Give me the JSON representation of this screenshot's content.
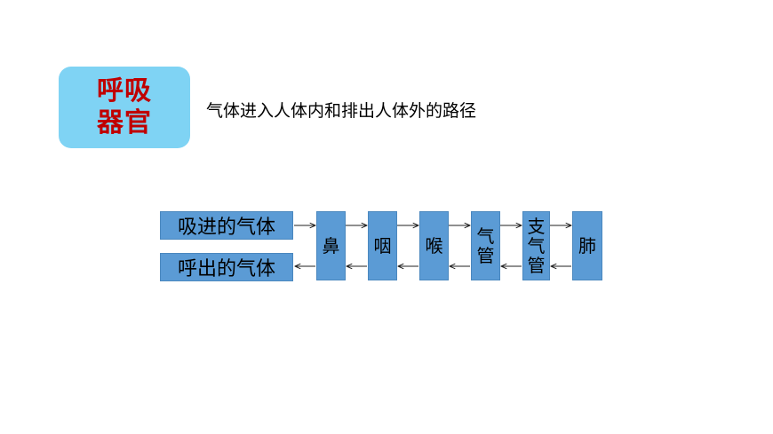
{
  "header": {
    "badge_line1": "呼吸",
    "badge_line2": "器官",
    "subtitle": "气体进入人体内和排出人体外的路径"
  },
  "diagram": {
    "inhale_label": "吸进的气体",
    "exhale_label": "呼出的气体",
    "organs": [
      {
        "lines": [
          "鼻"
        ]
      },
      {
        "lines": [
          "咽"
        ]
      },
      {
        "lines": [
          "喉"
        ]
      },
      {
        "lines": [
          "气",
          "管"
        ]
      },
      {
        "lines": [
          "支",
          "气",
          "管"
        ]
      },
      {
        "lines": [
          "肺"
        ]
      }
    ]
  },
  "colors": {
    "badge_bg": "#7fd3f4",
    "badge_text": "#c00000",
    "box_fill": "#5b9bd5"
  }
}
